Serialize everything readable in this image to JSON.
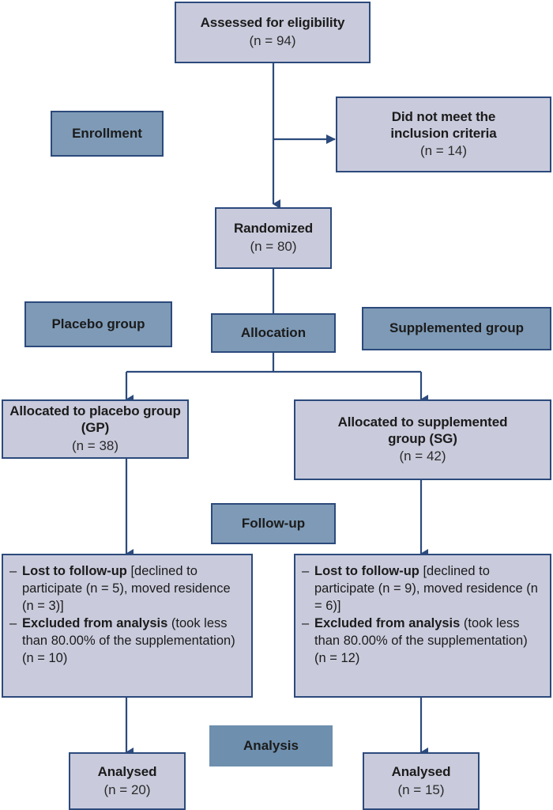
{
  "diagram": {
    "type": "consort-flow-diagram",
    "colors": {
      "box_fill": "#c9cbdc",
      "box_border": "#2c4a7c",
      "stage_fill": "#7e9ab6",
      "analysis_fill": "#6e8fae",
      "connector": "#2c4a7c",
      "background": "#ffffff",
      "text": "#1b1b1b"
    },
    "stages": [
      {
        "id": "enrollment",
        "label": "Enrollment"
      },
      {
        "id": "allocation",
        "label": "Allocation"
      },
      {
        "id": "placebo_group",
        "label": "Placebo group"
      },
      {
        "id": "supplemented_group",
        "label": "Supplemented group"
      },
      {
        "id": "followup",
        "label": "Follow-up"
      },
      {
        "id": "analysis",
        "label": "Analysis"
      }
    ],
    "nodes": {
      "assessed": {
        "title": "Assessed for eligibility",
        "count": "(n = 94)"
      },
      "excluded_top": {
        "title_line1": "Did not meet the",
        "title_line2": "inclusion criteria",
        "count": "(n = 14)"
      },
      "randomized": {
        "title": "Randomized",
        "count": "(n = 80)"
      },
      "alloc_placebo": {
        "title": "Allocated to placebo group (GP)",
        "count": "(n = 38)"
      },
      "alloc_supplemented": {
        "title_line1": "Allocated to supplemented",
        "title_line2": "group (SG)",
        "count": "(n = 42)"
      },
      "followup_placebo": {
        "bullets": [
          {
            "bold": "Lost to follow-up",
            "rest": " [declined to participate (n = 5), moved residence (n = 3)]"
          },
          {
            "bold": "Excluded from analysis",
            "rest": " (took less than 80.00% of the supplementation) (n = 10)"
          }
        ]
      },
      "followup_supplemented": {
        "bullets": [
          {
            "bold": "Lost to follow-up",
            "rest": " [declined to participate (n = 9), moved residence (n = 6)]"
          },
          {
            "bold": "Excluded from analysis",
            "rest": " (took less than 80.00% of the supplementation) (n = 12)"
          }
        ]
      },
      "analysed_placebo": {
        "title": "Analysed",
        "count": "(n = 20)"
      },
      "analysed_supplemented": {
        "title": "Analysed",
        "count": "(n = 15)"
      }
    }
  }
}
